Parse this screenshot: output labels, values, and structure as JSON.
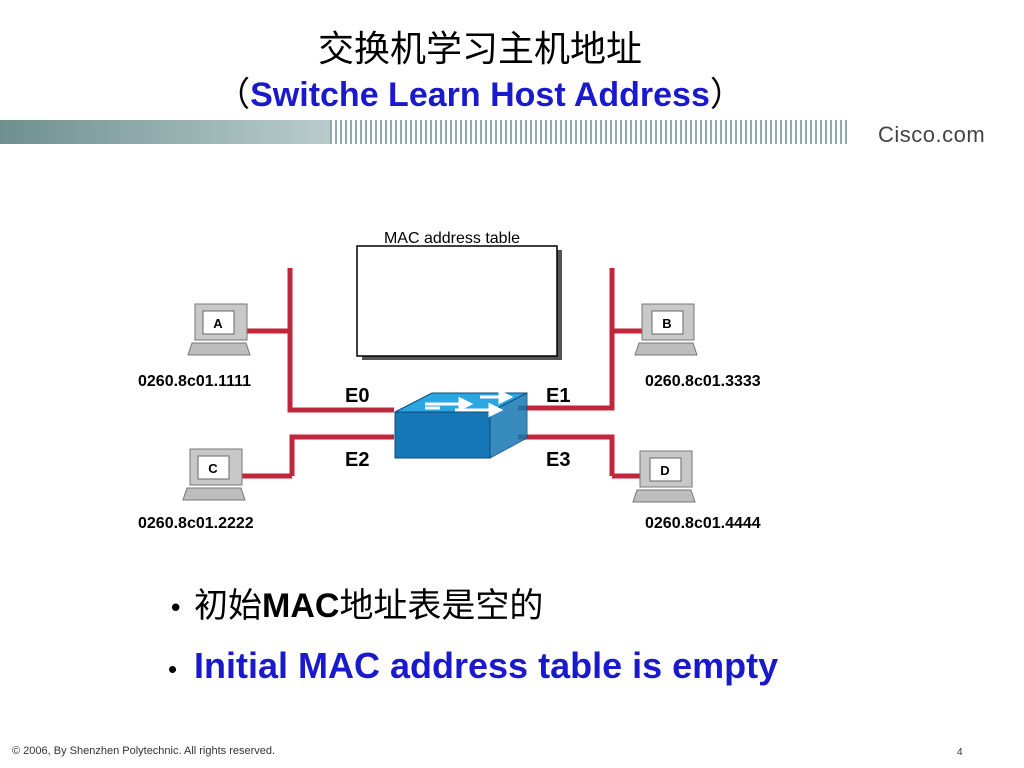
{
  "title": {
    "cn": "交换机学习主机地址",
    "en_open": "（",
    "en": "Switche Learn Host Address",
    "en_close": "）"
  },
  "brand": "Cisco.com",
  "diagram": {
    "mac_table_label": "MAC address table",
    "ports": {
      "e0": "E0",
      "e1": "E1",
      "e2": "E2",
      "e3": "E3"
    },
    "hosts": {
      "a": {
        "label": "A",
        "mac": "0260.8c01.1111"
      },
      "b": {
        "label": "B",
        "mac": "0260.8c01.3333"
      },
      "c": {
        "label": "C",
        "mac": "0260.8c01.2222"
      },
      "d": {
        "label": "D",
        "mac": "0260.8c01.4444"
      }
    },
    "colors": {
      "cable": "#c0273a",
      "switch_top": "#2aa6e0",
      "switch_side": "#1577b5"
    }
  },
  "bullets": {
    "b1_pre": "初始",
    "b1_strong": "MAC",
    "b1_post": "地址表是空的",
    "b2": "Initial MAC address table is empty"
  },
  "footer": {
    "copyright": "© 2006, By Shenzhen Polytechnic. All rights reserved.",
    "page": "4"
  }
}
